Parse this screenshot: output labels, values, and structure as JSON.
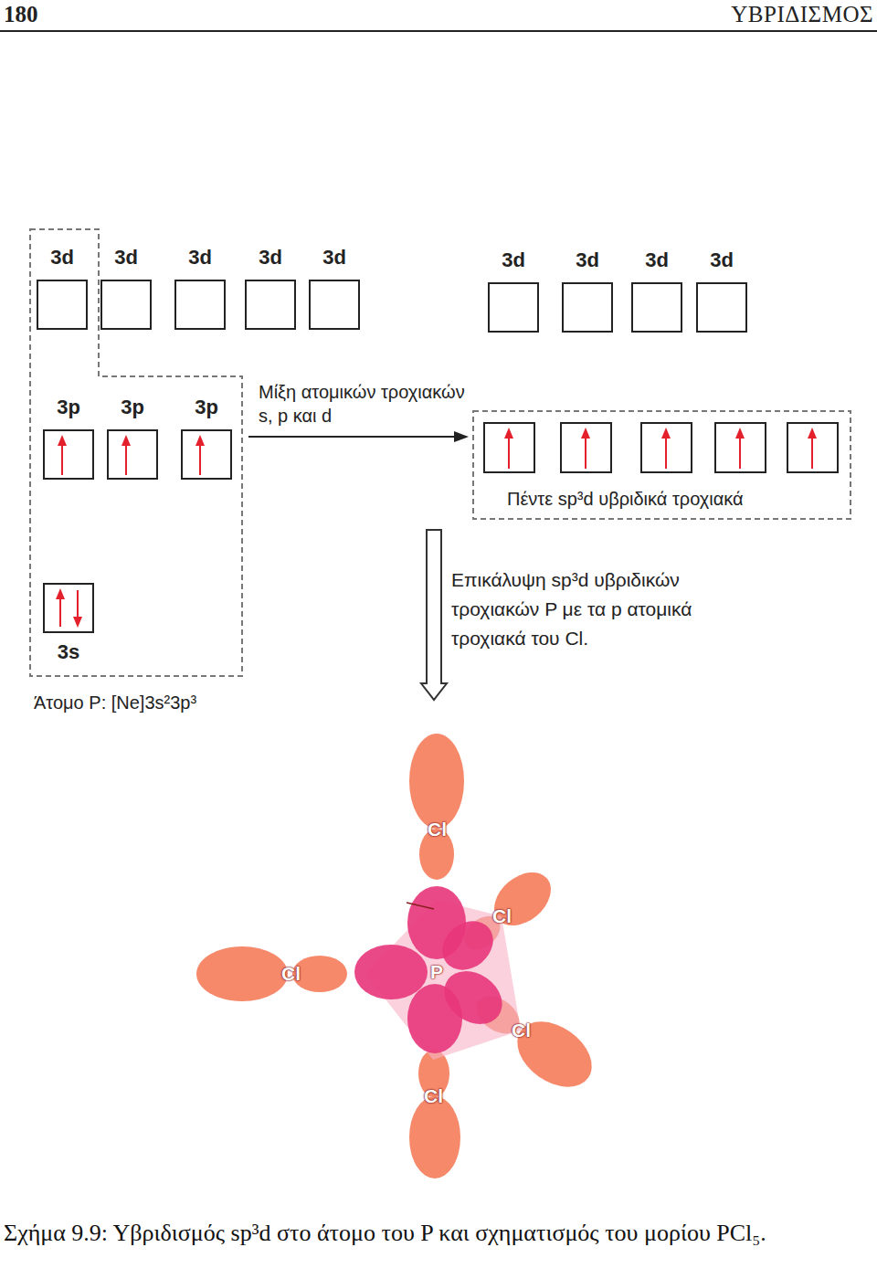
{
  "diagram": {
    "caption": "Σχήμα 9.9: Υβριδισμός sp³d στο άτομο του P και σχηματισμός του μορίου PCl₅.",
    "nodes": [
      {
        "text": [
          "Άτομο P: [Ne]3s²3p³"
        ]
      },
      {
        "text": [
          "3d"
        ],
        "in": 0
      },
      {
        "text": [
          "3d"
        ]
      },
      {
        "text": [
          "3d"
        ]
      },
      {
        "text": [
          "3d"
        ]
      },
      {
        "text": [
          "3d"
        ]
      },
      {
        "text": [
          "3d"
        ]
      },
      {
        "text": [
          "3d"
        ]
      },
      {
        "text": [
          "3d"
        ]
      },
      {
        "text": [
          "3d"
        ]
      },
      {
        "text": [
          "3p"
        ],
        "in": 0
      },
      {
        "text": [
          "3p"
        ],
        "in": 0
      },
      {
        "text": [
          "3p"
        ],
        "in": 0
      },
      {
        "text": [
          "3s"
        ],
        "in": 0
      },
      {
        "text": [
          "Πέντε sp³d υβριδικά τροχιακά"
        ]
      }
    ],
    "edges": [
      {
        "from": 0,
        "to": 14,
        "arrow": "to",
        "label": "Μίξη ατομικών τροχιακών s, p και d"
      }
    ],
    "labels": [
      "180",
      "ΥΒΡΙΔΙΣΜΟΣ",
      "Επικάλυψη sp³d υβριδικών τροχιακών P με τα p ατομικά τροχιακά του Cl.",
      "Cl",
      "Cl",
      "Cl",
      "P",
      "Cl",
      "Cl"
    ]
  }
}
